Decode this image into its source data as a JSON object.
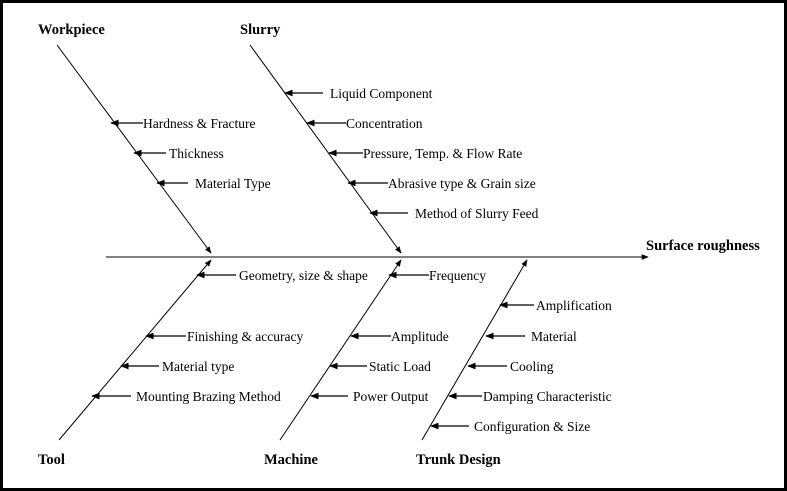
{
  "effect": "Surface roughness",
  "categories": {
    "workpiece": {
      "label": "Workpiece",
      "causes": [
        "Hardness & Fracture",
        "Thickness",
        "Material Type"
      ]
    },
    "slurry": {
      "label": "Slurry",
      "causes": [
        "Liquid Component",
        "Concentration",
        "Pressure, Temp. & Flow Rate",
        "Abrasive type & Grain size",
        "Method of Slurry Feed"
      ]
    },
    "tool": {
      "label": "Tool",
      "causes": [
        "Geometry, size & shape",
        "Finishing & accuracy",
        "Material type",
        "Mounting Brazing Method"
      ]
    },
    "machine": {
      "label": "Machine",
      "causes": [
        "Frequency",
        "Amplitude",
        "Static Load",
        "Power Output"
      ]
    },
    "trunk": {
      "label": "Trunk Design",
      "causes": [
        "Amplification",
        "Material",
        "Cooling",
        "Damping Characteristic",
        "Configuration & Size"
      ]
    }
  }
}
